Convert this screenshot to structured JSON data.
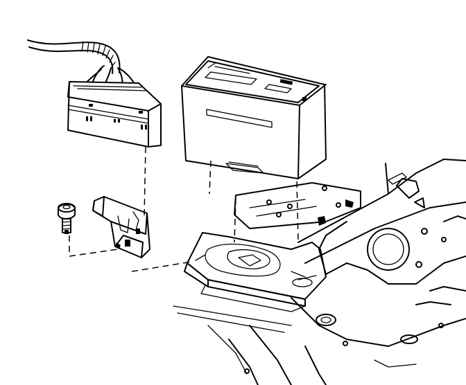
{
  "figure": {
    "parts": [
      {
        "name": "battery",
        "icon": "battery-icon"
      },
      {
        "name": "fuse-relay-block",
        "icon": "fuse-block-icon"
      },
      {
        "name": "wiring-harness",
        "icon": "harness-icon"
      },
      {
        "name": "mounting-bracket",
        "icon": "bracket-icon"
      },
      {
        "name": "bolt",
        "icon": "bolt-icon"
      },
      {
        "name": "battery-tray",
        "icon": "tray-icon"
      },
      {
        "name": "body-frame-rail",
        "icon": "frame-icon"
      }
    ],
    "colors": {
      "line": "#000000",
      "background": "#ffffff"
    }
  }
}
